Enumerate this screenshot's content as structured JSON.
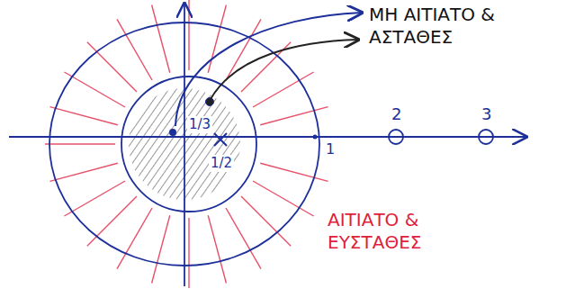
{
  "diagram": {
    "labels": [
      "ΜΗ ΑΙΤΙΑΤΟ & ΑΣΤΑΘΕΣ",
      "1/3",
      "1/2",
      "1",
      "2",
      "3",
      "ΑΙΤΙΑΤΟ & ΕΥΣΤΑΘΕΣ"
    ]
  }
}
